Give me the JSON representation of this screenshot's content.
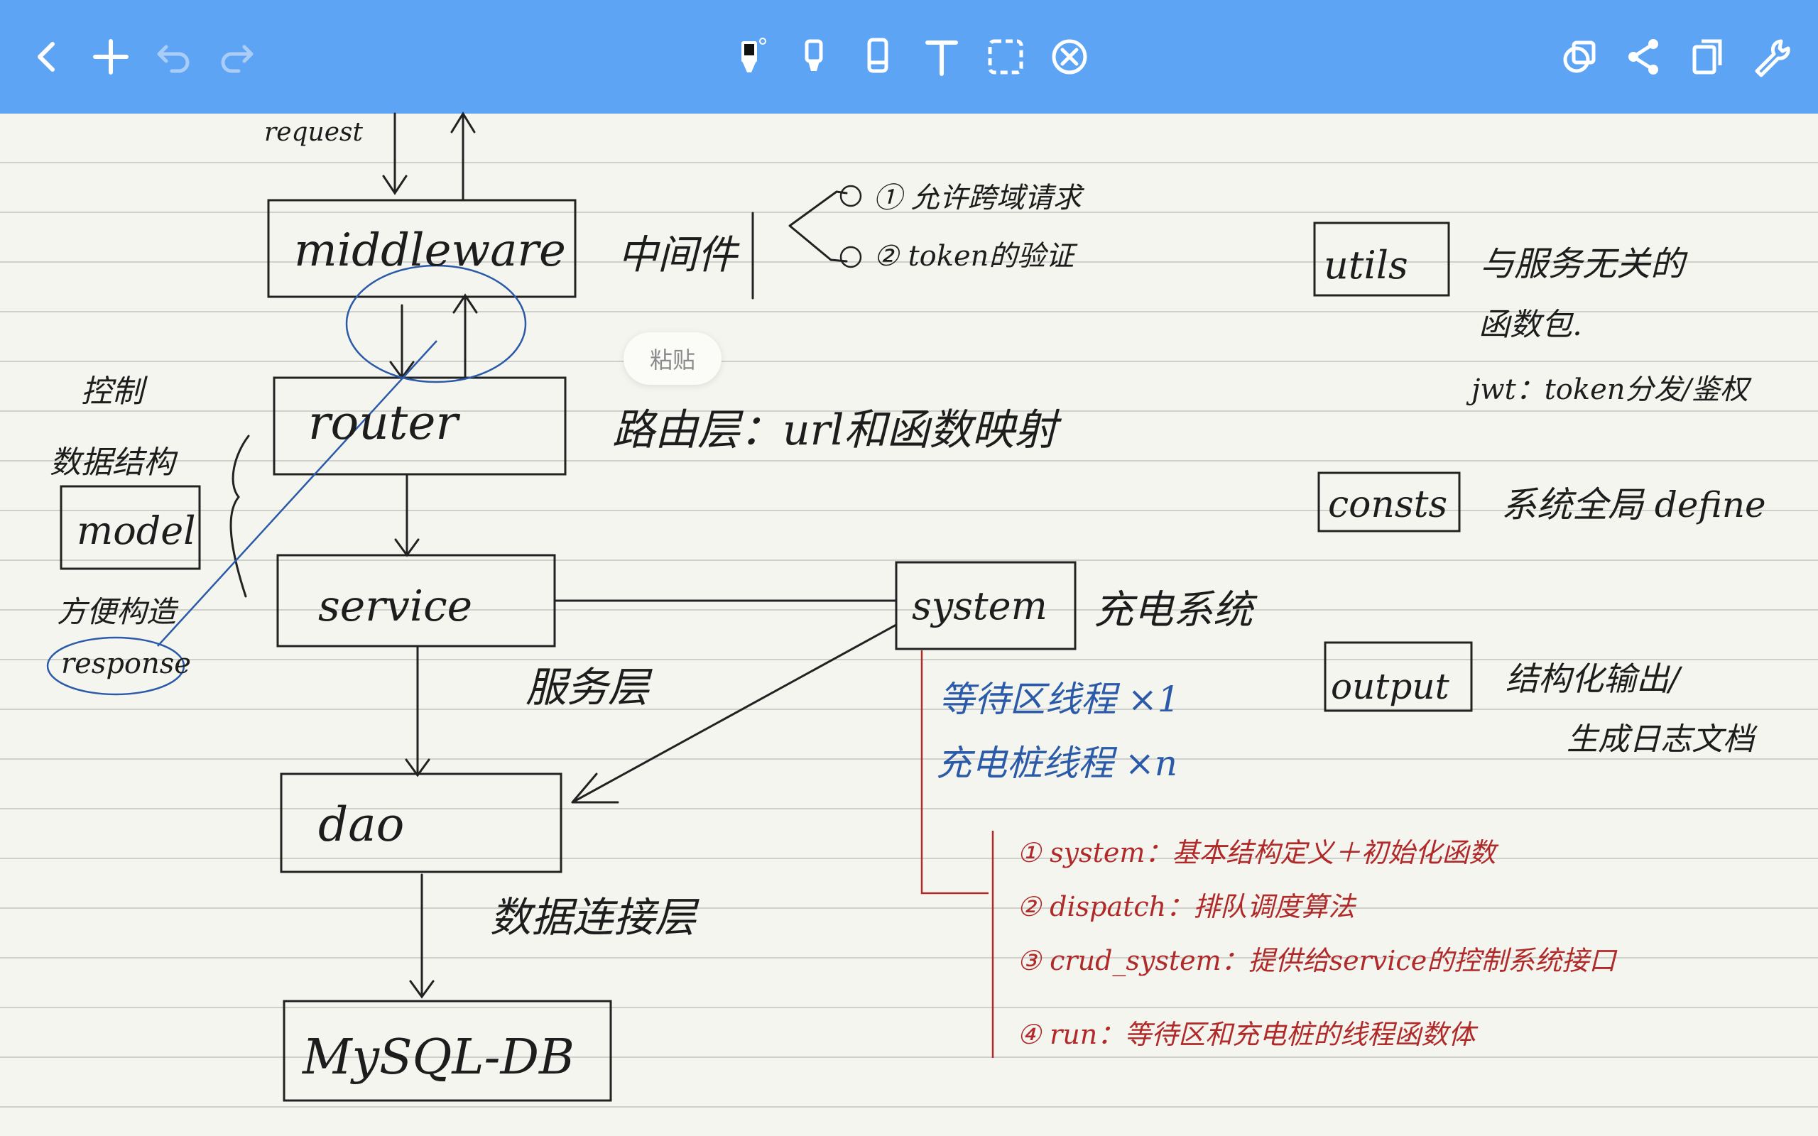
{
  "toolbar": {
    "left": [
      "back-icon",
      "add-icon",
      "undo-icon",
      "redo-icon"
    ],
    "center": [
      "pen-tool-icon",
      "highlighter-icon",
      "eraser-icon",
      "text-tool-icon",
      "lasso-select-icon",
      "close-circle-icon"
    ],
    "right": [
      "layers-icon",
      "share-icon",
      "pages-icon",
      "settings-wrench-icon"
    ],
    "accent_color": "#5ea4f4"
  },
  "paste_popup": {
    "label": "粘贴"
  },
  "notes": {
    "request": "request",
    "middleware": "middleware",
    "middleware_cn": "中间件",
    "mw_items": [
      "① 允许跨域请求",
      "② token的验证"
    ],
    "router": "router",
    "router_cn": "路由层：url和函数映射",
    "control": "控制",
    "data_struct": "数据结构",
    "model": "model",
    "convenient": "方便构造",
    "response": "response",
    "service": "service",
    "service_cn": "服务层",
    "system": "system",
    "system_cn": "充电系统",
    "waiting": "等待区线程 ×1",
    "charging": "充电桩线程 ×n",
    "dao": "dao",
    "dao_cn": "数据连接层",
    "db": "MySQL-DB",
    "utils": "utils",
    "utils_cn": "与服务无关的",
    "utils_cn2": "函数包.",
    "jwt": "jwt：token分发/鉴权",
    "consts": "consts",
    "consts_cn": "系统全局 define",
    "output": "output",
    "output_cn": "结构化输出/",
    "output_cn2": "生成日志文档",
    "sys_list": [
      "① system：基本结构定义＋初始化函数",
      "② dispatch：排队调度算法",
      "③ crud_system：提供给service的控制系统接口",
      "④ run：等待区和充电桩的线程函数体"
    ]
  }
}
